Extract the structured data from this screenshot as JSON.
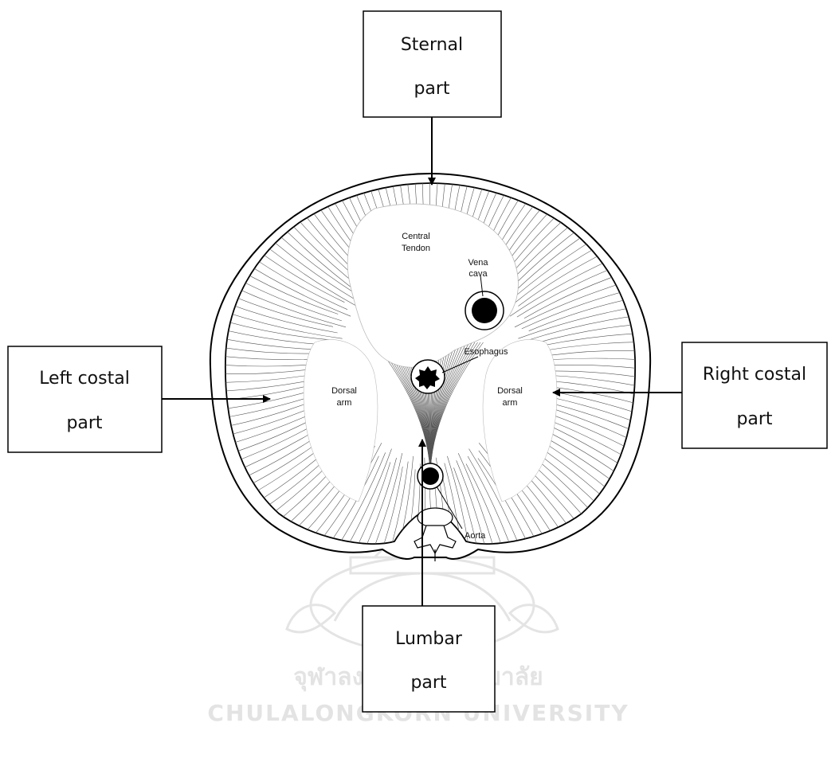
{
  "boxes": {
    "sternal": {
      "line1": "Sternal",
      "line2": "part"
    },
    "left_costal": {
      "line1": "Left costal",
      "line2": "part"
    },
    "right_costal": {
      "line1": "Right costal",
      "line2": "part"
    },
    "lumbar": {
      "line1": "Lumbar",
      "line2": "part"
    }
  },
  "labels": {
    "central_tendon": {
      "line1": "Central",
      "line2": "Tendon"
    },
    "vena_cava": {
      "line1": "Vena",
      "line2": "cava"
    },
    "esophagus": "Esophagus",
    "dorsal_arm_left": {
      "line1": "Dorsal",
      "line2": "arm"
    },
    "dorsal_arm_right": {
      "line1": "Dorsal",
      "line2": "arm"
    },
    "aorta": "Aorta"
  },
  "watermark": {
    "thai": "จุฬาลงกรณ์มหาวิทยาลัย",
    "english": "CHULALONGKORN UNIVERSITY"
  }
}
